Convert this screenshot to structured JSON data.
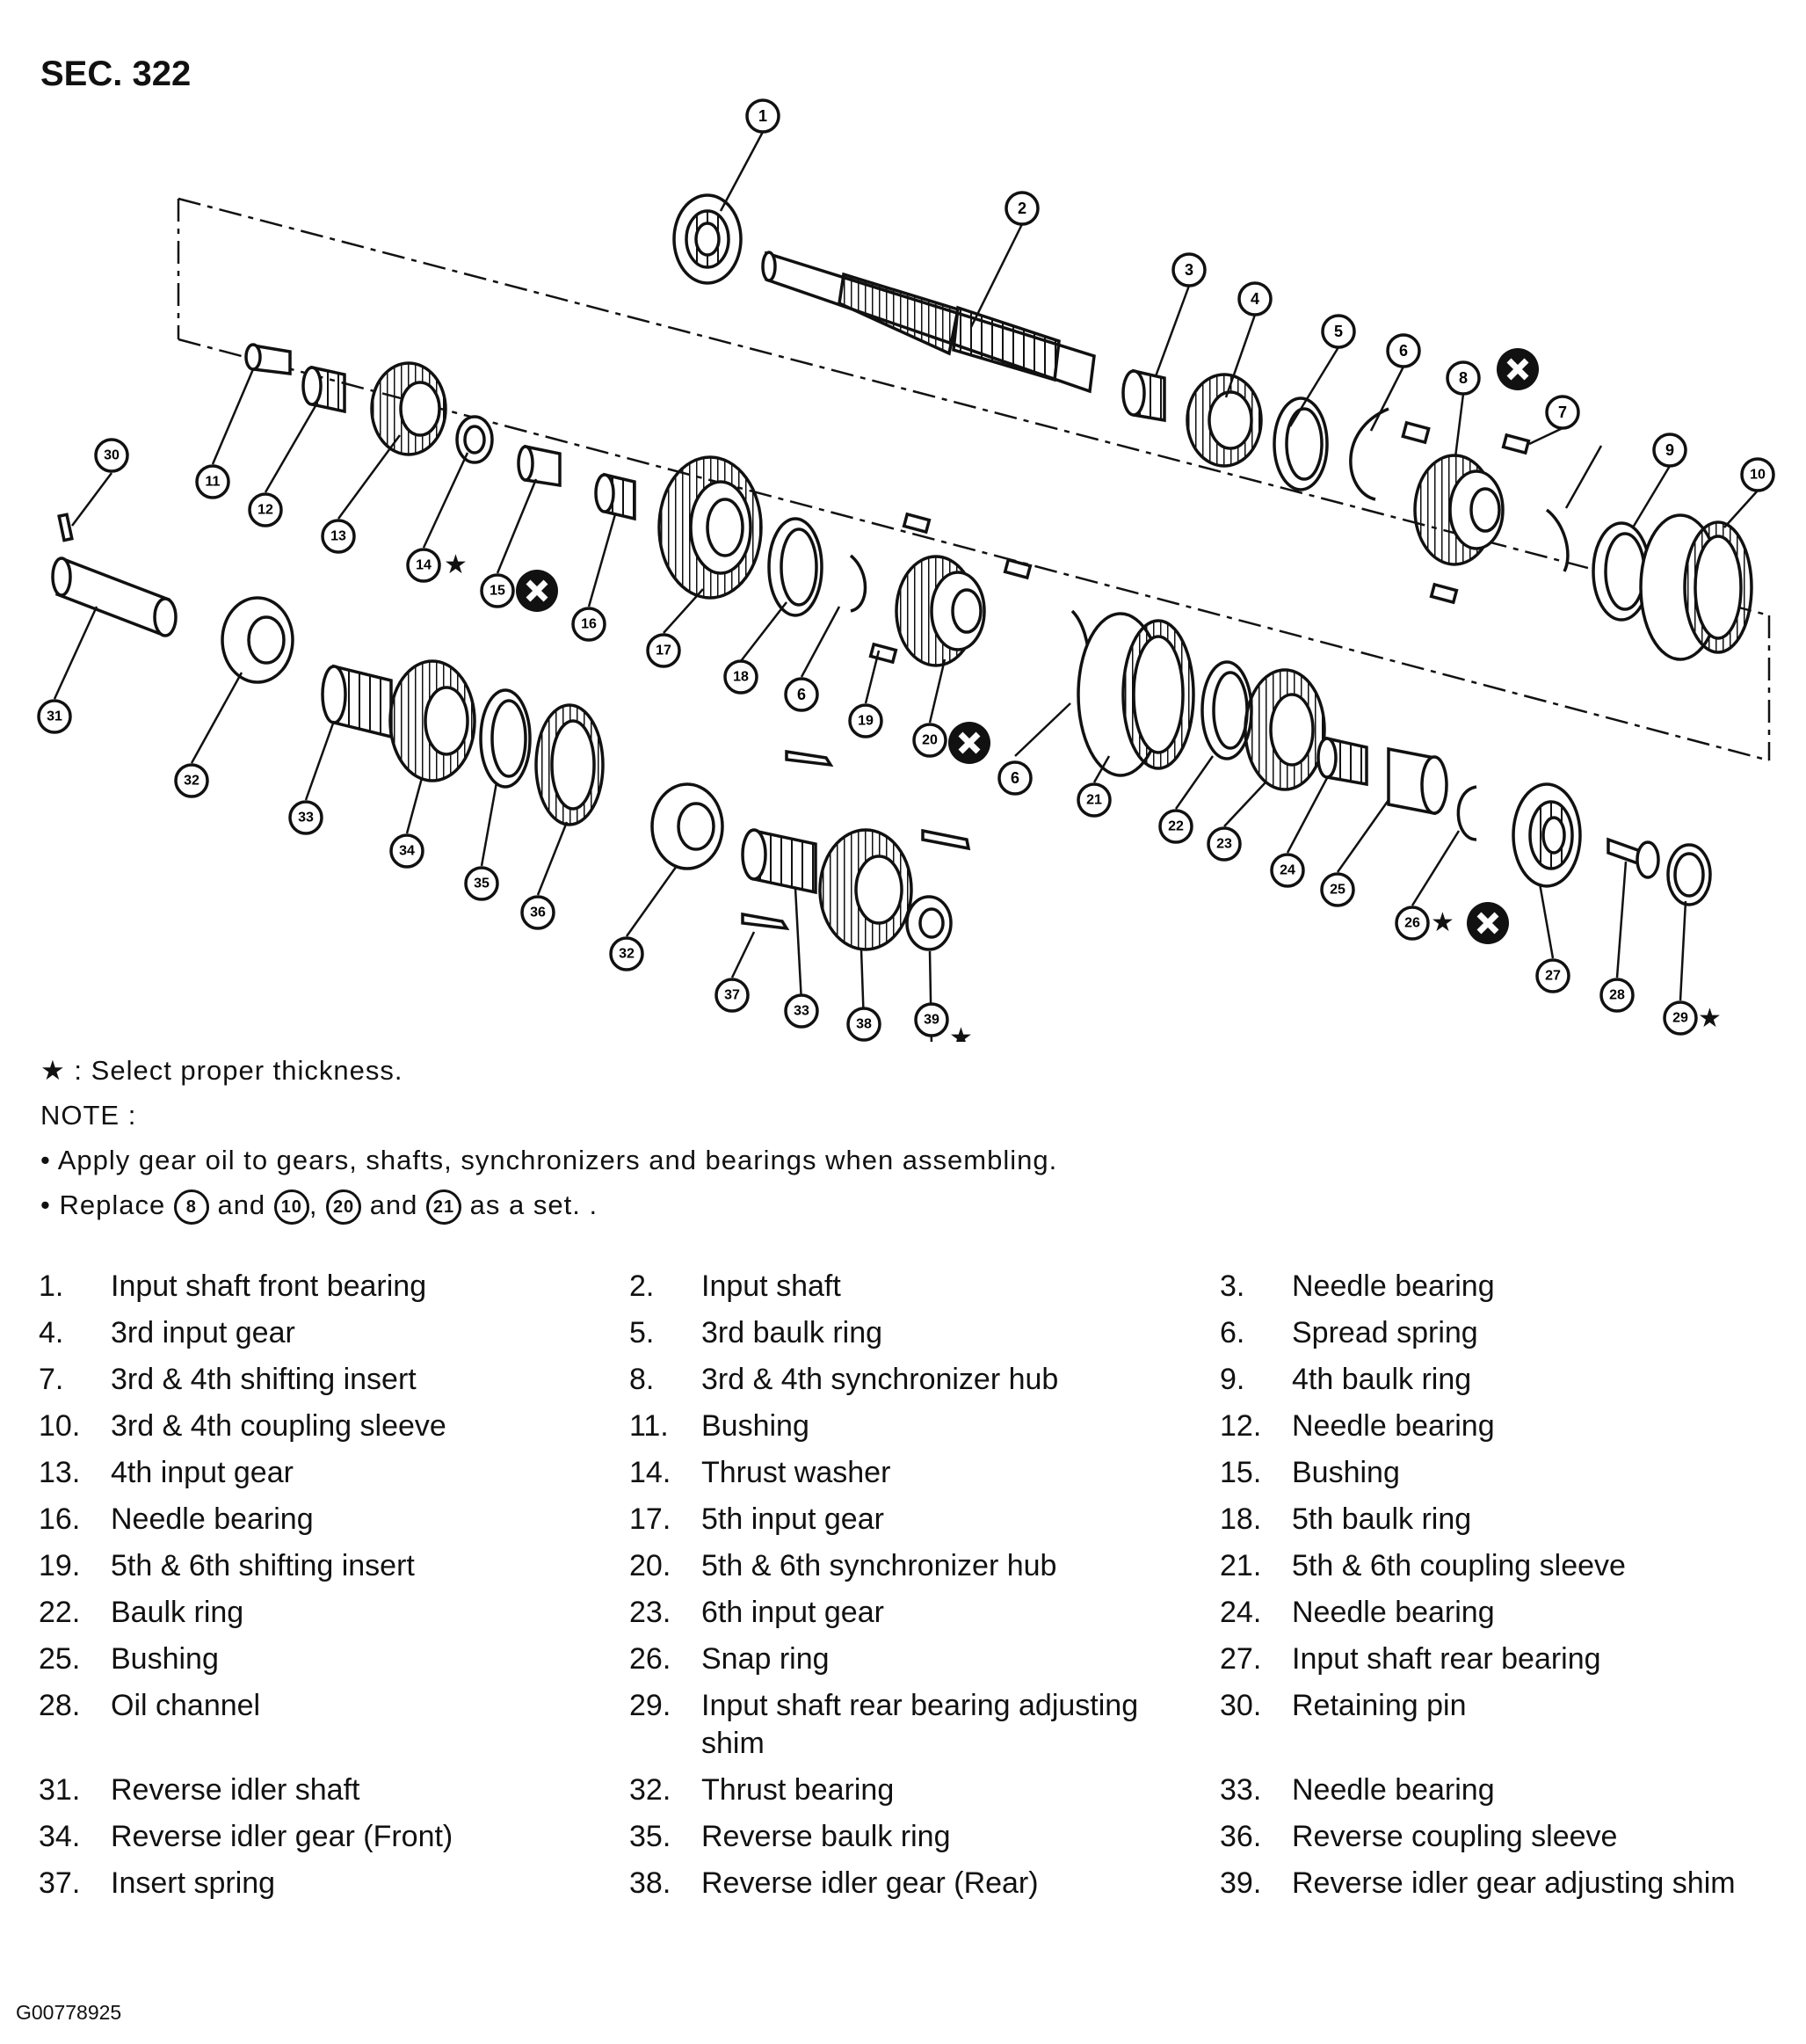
{
  "section_label": "SEC. 322",
  "callouts": [
    "1",
    "2",
    "3",
    "4",
    "5",
    "6",
    "7",
    "8",
    "9",
    "10",
    "11",
    "12",
    "13",
    "14",
    "15",
    "16",
    "17",
    "18",
    "6",
    "19",
    "20",
    "6",
    "21",
    "22",
    "23",
    "24",
    "25",
    "26",
    "27",
    "28",
    "29",
    "30",
    "31",
    "32",
    "33",
    "34",
    "35",
    "36",
    "32",
    "37",
    "33",
    "38",
    "39"
  ],
  "selection_marks": [
    "★",
    "★",
    "★",
    "★",
    "★"
  ],
  "notes": {
    "select_legend_star": "★",
    "select_legend_text": ": Select proper thickness.",
    "note_heading": "NOTE :",
    "bullet_1": "• Apply gear oil to gears, shafts, synchronizers and bearings when assembling.",
    "bullet_2_prefix": "• Replace",
    "bullet_2_num_a": "8",
    "bullet_2_and_1": "and",
    "bullet_2_num_b": "10",
    "bullet_2_comma": ",",
    "bullet_2_num_c": "20",
    "bullet_2_and_2": "and",
    "bullet_2_num_d": "21",
    "bullet_2_suffix": "as a set. ."
  },
  "legend": [
    {
      "num": "1.",
      "text": "Input shaft front bearing"
    },
    {
      "num": "2.",
      "text": "Input shaft"
    },
    {
      "num": "3.",
      "text": "Needle bearing"
    },
    {
      "num": "4.",
      "text": "3rd input gear"
    },
    {
      "num": "5.",
      "text": "3rd baulk ring"
    },
    {
      "num": "6.",
      "text": "Spread spring"
    },
    {
      "num": "7.",
      "text": "3rd & 4th shifting insert"
    },
    {
      "num": "8.",
      "text": "3rd & 4th synchronizer hub"
    },
    {
      "num": "9.",
      "text": "4th baulk ring"
    },
    {
      "num": "10.",
      "text": "3rd & 4th coupling sleeve"
    },
    {
      "num": "11.",
      "text": "Bushing"
    },
    {
      "num": "12.",
      "text": "Needle bearing"
    },
    {
      "num": "13.",
      "text": "4th input gear"
    },
    {
      "num": "14.",
      "text": "Thrust washer"
    },
    {
      "num": "15.",
      "text": "Bushing"
    },
    {
      "num": "16.",
      "text": "Needle bearing"
    },
    {
      "num": "17.",
      "text": "5th input gear"
    },
    {
      "num": "18.",
      "text": "5th baulk ring"
    },
    {
      "num": "19.",
      "text": "5th & 6th shifting insert"
    },
    {
      "num": "20.",
      "text": "5th & 6th synchronizer hub"
    },
    {
      "num": "21.",
      "text": "5th & 6th coupling sleeve"
    },
    {
      "num": "22.",
      "text": "Baulk ring"
    },
    {
      "num": "23.",
      "text": "6th input gear"
    },
    {
      "num": "24.",
      "text": "Needle bearing"
    },
    {
      "num": "25.",
      "text": "Bushing"
    },
    {
      "num": "26.",
      "text": "Snap ring"
    },
    {
      "num": "27.",
      "text": "Input shaft rear bearing"
    },
    {
      "num": "28.",
      "text": "Oil channel"
    },
    {
      "num": "29.",
      "text": "Input shaft rear bearing adjusting shim"
    },
    {
      "num": "30.",
      "text": "Retaining pin"
    },
    {
      "num": "31.",
      "text": "Reverse idler shaft"
    },
    {
      "num": "32.",
      "text": "Thrust bearing"
    },
    {
      "num": "33.",
      "text": "Needle bearing"
    },
    {
      "num": "34.",
      "text": "Reverse idler gear (Front)"
    },
    {
      "num": "35.",
      "text": "Reverse baulk ring"
    },
    {
      "num": "36.",
      "text": "Reverse coupling sleeve"
    },
    {
      "num": "37.",
      "text": "Insert spring"
    },
    {
      "num": "38.",
      "text": "Reverse idler gear (Rear)"
    },
    {
      "num": "39.",
      "text": "Reverse idler gear adjusting shim"
    }
  ],
  "figure_code": "G00778925"
}
